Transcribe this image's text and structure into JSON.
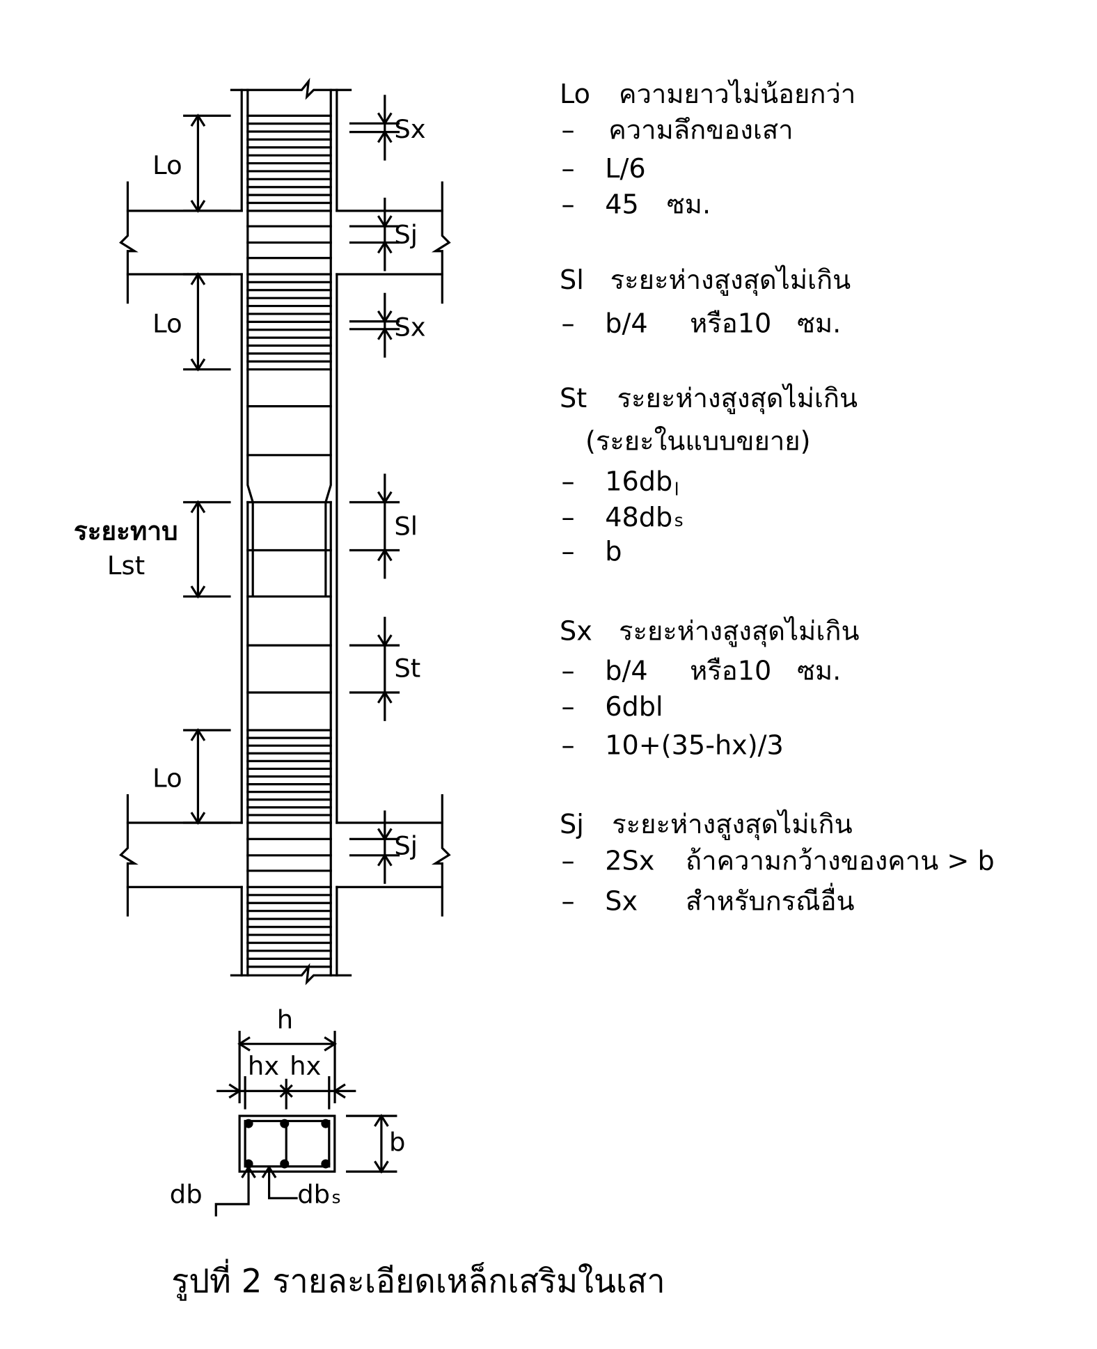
{
  "elevation_labels": {
    "lo": "Lo",
    "sx": "Sx",
    "sj": "Sj",
    "sl": "Sl",
    "st": "St",
    "lap_thai": "ระยะทาบ",
    "lst": "Lst"
  },
  "section_labels": {
    "h": "h",
    "hx": "hx",
    "b": "b",
    "db": "db",
    "dbs_main": "db",
    "dbs_sub": "s"
  },
  "notes": {
    "lo": {
      "key": "Lo",
      "title": "ความยาวไม่น้อยกว่า",
      "items": [
        "ความลึกของเสา",
        "L/6",
        "45"
      ],
      "unit": "ซม."
    },
    "sl": {
      "key": "Sl",
      "title": "ระยะห่างสูงสุดไม่เกิน",
      "item_value": "b/4",
      "item_or": "หรือ10",
      "unit": "ซม."
    },
    "st": {
      "key": "St",
      "title": "ระยะห่างสูงสุดไม่เกิน",
      "subtitle": "(ระยะในแบบขยาย)",
      "item1_main": "16db",
      "item1_sub": "l",
      "item2_main": "48db",
      "item2_sub": "s",
      "item3": "b"
    },
    "sx": {
      "key": "Sx",
      "title": "ระยะห่างสูงสุดไม่เกิน",
      "item1_value": "b/4",
      "item1_or": "หรือ10",
      "unit": "ซม.",
      "item2": "6dbl",
      "item3": "10+(35-hx)/3"
    },
    "sj": {
      "key": "Sj",
      "title": "ระยะห่างสูงสุดไม่เกิน",
      "item1_value": "2Sx",
      "item1_text": "ถ้าความกว้างของคาน > b",
      "item2_value": "Sx",
      "item2_text": "สำหรับกรณีอื่น"
    },
    "dash": "–"
  },
  "caption": "รูปที่  2  รายละเอียดเหล็กเสริมในเสา"
}
